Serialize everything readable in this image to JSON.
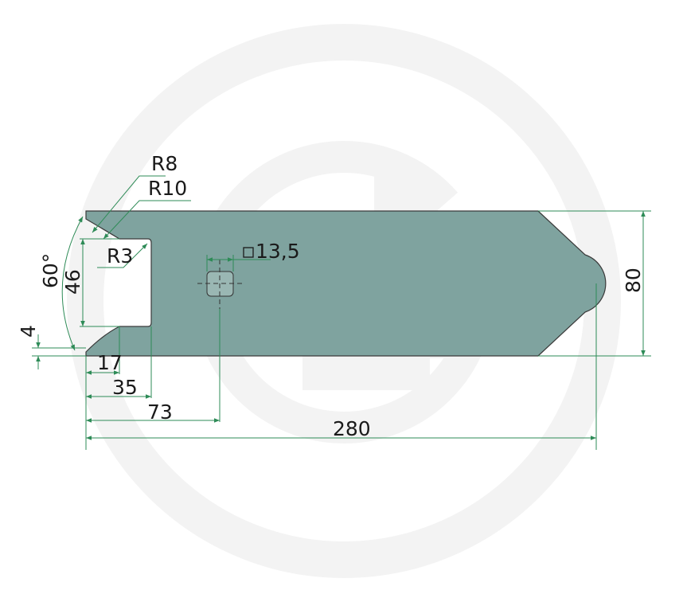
{
  "colors": {
    "part_fill": "#7fa39f",
    "part_stroke": "#3a3a3a",
    "dimension_line": "#2e8b57",
    "text": "#1a1a1a",
    "watermark": "#f2f2f2"
  },
  "watermark": {
    "icon": "circular-logo-watermark"
  },
  "dimensions": {
    "r_outer": "R8",
    "r_inner": "R10",
    "r_notch": "R3",
    "angle": "60°",
    "notch_height": "46",
    "offset": "4",
    "hole_size": "13,5",
    "height": "80",
    "d1": "17",
    "d2": "35",
    "d3": "73",
    "length": "280"
  }
}
